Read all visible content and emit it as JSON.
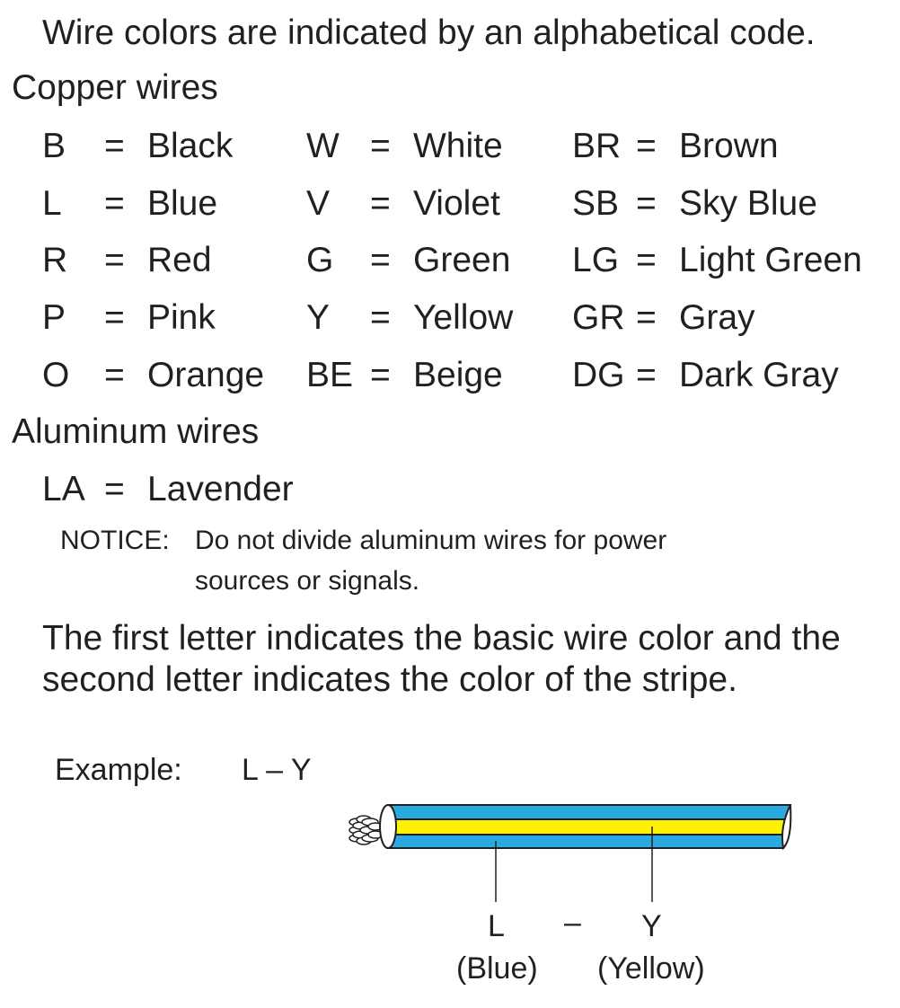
{
  "intro": "Wire colors are indicated by an alphabetical code.",
  "copper": {
    "heading": "Copper wires",
    "rows": [
      [
        {
          "code": "B",
          "eq": "=",
          "name": "Black"
        },
        {
          "code": "W",
          "eq": "=",
          "name": "White"
        },
        {
          "code": "BR",
          "eq": "=",
          "name": "Brown"
        }
      ],
      [
        {
          "code": "L",
          "eq": "=",
          "name": "Blue"
        },
        {
          "code": "V",
          "eq": "=",
          "name": "Violet"
        },
        {
          "code": "SB",
          "eq": "=",
          "name": "Sky Blue"
        }
      ],
      [
        {
          "code": "R",
          "eq": "=",
          "name": "Red"
        },
        {
          "code": "G",
          "eq": "=",
          "name": "Green"
        },
        {
          "code": "LG",
          "eq": "=",
          "name": "Light Green"
        }
      ],
      [
        {
          "code": "P",
          "eq": "=",
          "name": "Pink"
        },
        {
          "code": "Y",
          "eq": "=",
          "name": "Yellow"
        },
        {
          "code": "GR",
          "eq": "=",
          "name": "Gray"
        }
      ],
      [
        {
          "code": "O",
          "eq": "=",
          "name": "Orange"
        },
        {
          "code": "BE",
          "eq": "=",
          "name": "Beige"
        },
        {
          "code": "DG",
          "eq": "=",
          "name": "Dark Gray"
        }
      ]
    ]
  },
  "aluminum": {
    "heading": "Aluminum wires",
    "code": "LA",
    "eq": "=",
    "name": "Lavender"
  },
  "notice": {
    "label": "NOTICE:",
    "line1": "Do not divide aluminum wires for power",
    "line2": "sources or signals."
  },
  "explanation": {
    "line1": "The first letter indicates the basic wire color and the",
    "line2": "second letter indicates the color of the stripe."
  },
  "example": {
    "label": "Example:",
    "code": "L – Y",
    "left_letter": "L",
    "dash": "–",
    "right_letter": "Y",
    "left_color": "(Blue)",
    "right_color": "(Yellow)"
  },
  "colors": {
    "text": "#231f20",
    "wire_base": "#29abe2",
    "wire_stripe": "#fff200",
    "outline": "#231f20"
  }
}
